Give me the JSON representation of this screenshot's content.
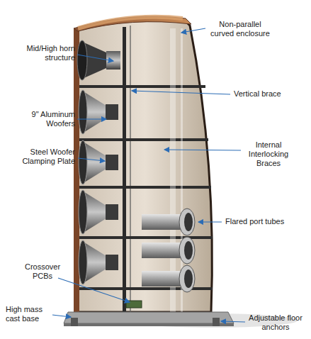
{
  "diagram": {
    "labels": [
      "Non-parallel curved enclosure",
      "Mid/High horn structure",
      "Vertical brace",
      "9\" Aluminum Woofers",
      "Internal Interlocking Braces",
      "Steel Woofer Clamping Plate",
      "Flared port tubes",
      "Crossover PCBs",
      "High mass cast base",
      "Adjustable floor anchors"
    ]
  }
}
